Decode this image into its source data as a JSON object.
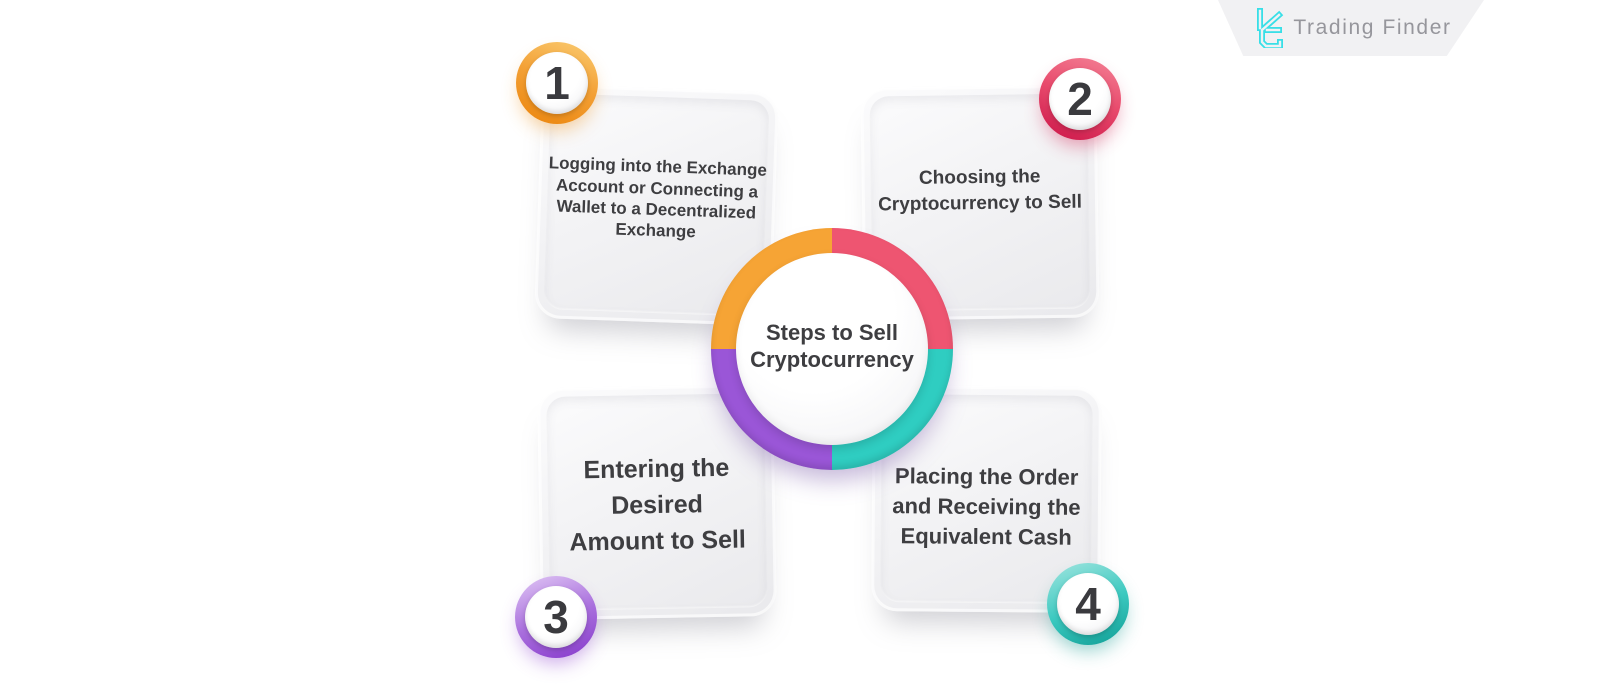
{
  "brand": {
    "name": "Trading Finder",
    "icon": "trading-finder-monogram-icon",
    "banner_bg": "#f1f1f3",
    "text_color": "#96969c",
    "glyph_color": "#38dfe7"
  },
  "center": {
    "title": "Steps to Sell\nCryptocurrency",
    "ring_colors": {
      "top_left": "#f6a435",
      "top_right": "#ee5571",
      "bottom_right": "#2fcdc1",
      "bottom_left": "#9a56d7"
    }
  },
  "steps": [
    {
      "number": "1",
      "text": "Logging into the Exchange\nAccount or Connecting a\nWallet to a Decentralized\nExchange",
      "badge_color_light": "#f9c568",
      "badge_color_dark": "#ec8913"
    },
    {
      "number": "2",
      "text": "Choosing the\nCryptocurrency to Sell",
      "badge_color_light": "#f27a90",
      "badge_color_dark": "#cf1d4e"
    },
    {
      "number": "3",
      "text": "Entering the\nDesired\nAmount to Sell",
      "badge_color_light": "#d8baf1",
      "badge_color_dark": "#8c42ce"
    },
    {
      "number": "4",
      "text": "Placing the Order\nand Receiving the\nEquivalent Cash",
      "badge_color_light": "#92e1db",
      "badge_color_dark": "#17a59c"
    }
  ],
  "text_color": "#3e3e41"
}
